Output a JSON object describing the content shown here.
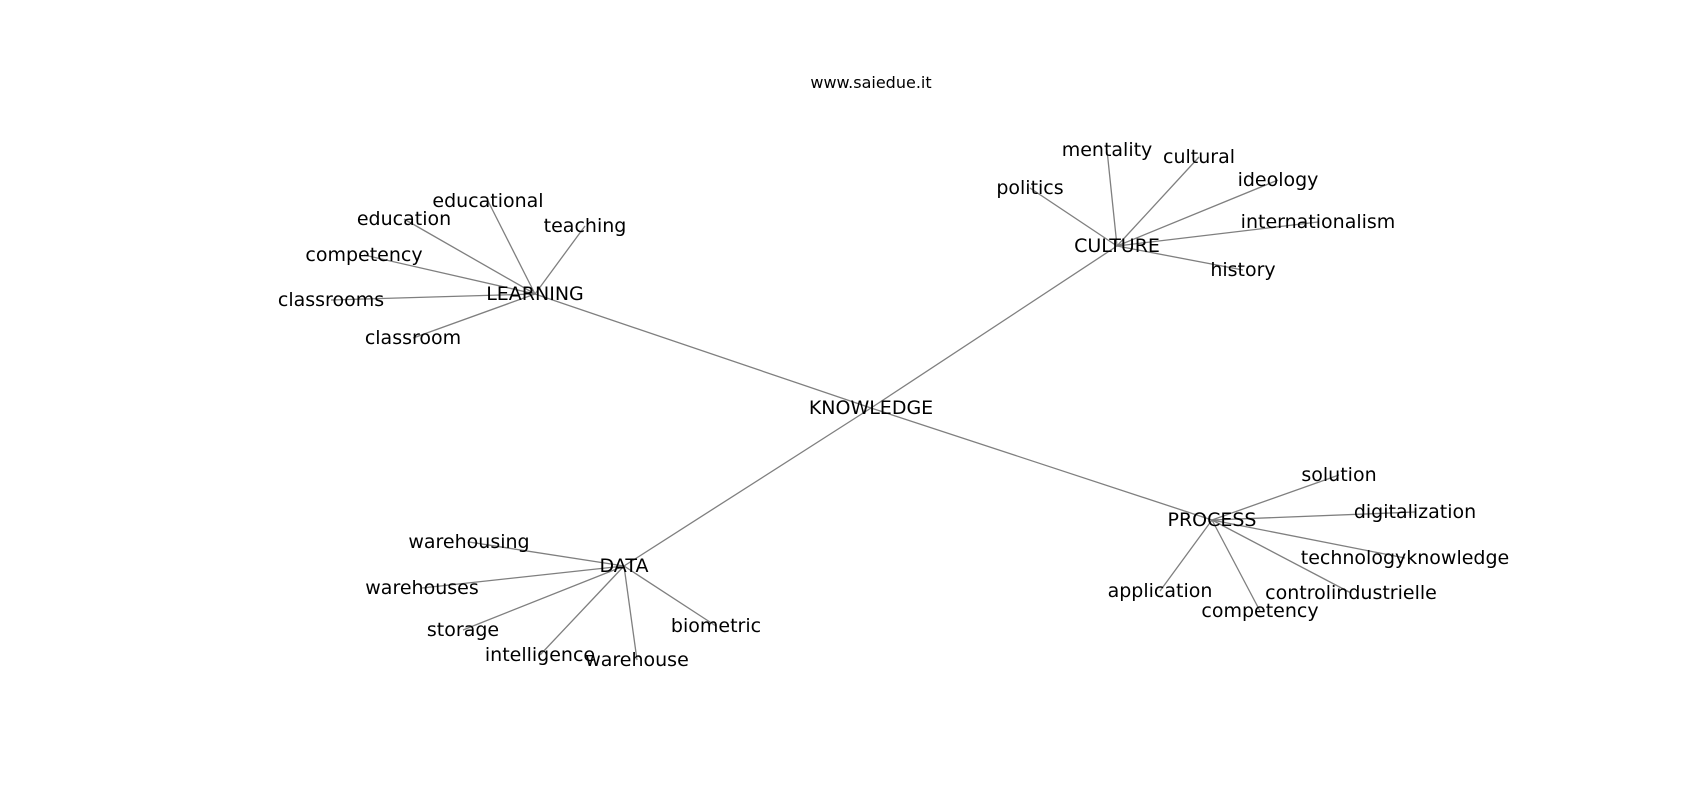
{
  "header": {
    "site": "www.saiedue.it"
  },
  "graph": {
    "root": "KNOWLEDGE",
    "branches": [
      {
        "label": "LEARNING",
        "children": [
          "educational",
          "teaching",
          "education",
          "competency",
          "classrooms",
          "classroom"
        ]
      },
      {
        "label": "CULTURE",
        "children": [
          "mentality",
          "cultural",
          "politics",
          "ideology",
          "internationalism",
          "history"
        ]
      },
      {
        "label": "DATA",
        "children": [
          "warehousing",
          "warehouses",
          "storage",
          "intelligence",
          "warehouse",
          "biometric"
        ]
      },
      {
        "label": "PROCESS",
        "children": [
          "solution",
          "digitalization",
          "technologyknowledge",
          "controlindustrielle",
          "application",
          "competency"
        ]
      }
    ]
  }
}
